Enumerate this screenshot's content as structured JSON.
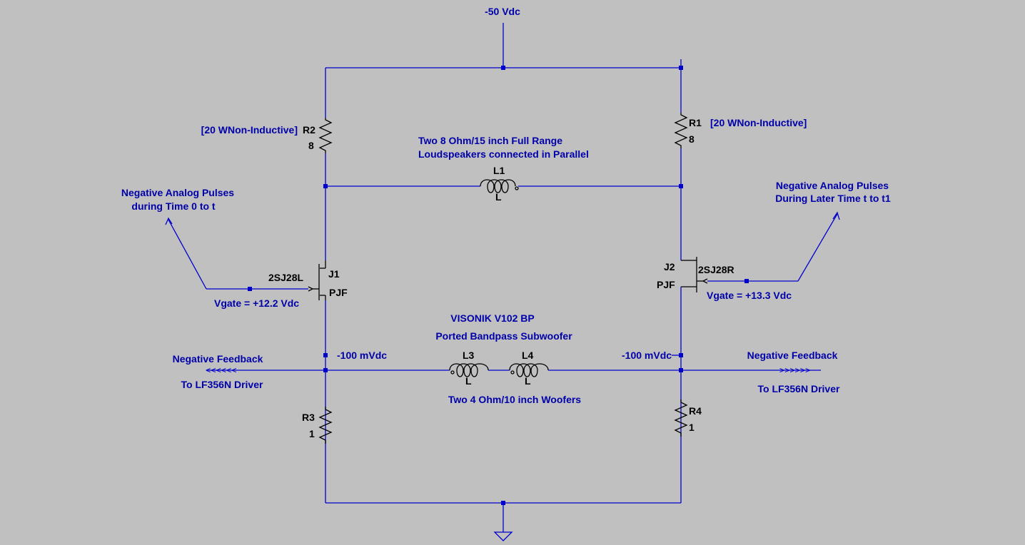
{
  "colors": {
    "background": "#c0c0c0",
    "wire": "#0000cc",
    "component": "#000000",
    "text_blue": "#0000aa"
  },
  "supply": {
    "label": "-50 Vdc"
  },
  "components": {
    "R1": {
      "name": "R1",
      "value": "8",
      "note": "[20 WNon-Inductive]"
    },
    "R2": {
      "name": "R2",
      "value": "8",
      "note": "[20 WNon-Inductive]"
    },
    "R3": {
      "name": "R3",
      "value": "1"
    },
    "R4": {
      "name": "R4",
      "value": "1"
    },
    "L1": {
      "name": "L1",
      "value": "L"
    },
    "L3": {
      "name": "L3",
      "value": "L"
    },
    "L4": {
      "name": "L4",
      "value": "L"
    },
    "J1": {
      "name": "J1",
      "model": "2SJ28L",
      "type": "PJF"
    },
    "J2": {
      "name": "J2",
      "model": "2SJ28R",
      "type": "PJF"
    }
  },
  "annotations": {
    "speakers_line1": "Two 8 Ohm/15 inch Full Range",
    "speakers_line2": "Loudspeakers connected in Parallel",
    "left_pulses_line1": "Negative Analog Pulses",
    "left_pulses_line2": "during Time 0 to t",
    "right_pulses_line1": "Negative Analog Pulses",
    "right_pulses_line2": "During Later Time t to t1",
    "vgate_left": "Vgate = +12.2 Vdc",
    "vgate_right": "Vgate = +13.3 Vdc",
    "sub_line1": "VISONIK V102 BP",
    "sub_line2": "Ported Bandpass Subwoofer",
    "woofers": "Two  4 Ohm/10 inch Woofers",
    "left_fb_line1": "Negative Feedback",
    "left_fb_line2": "To LF356N Driver",
    "right_fb_line1": "Negative Feedback",
    "right_fb_line2": "To LF356N Driver",
    "mv_left": "-100 mVdc",
    "mv_right": "-100 mVdc",
    "left_arrows": "<<<<<<",
    "right_arrows": ">>>>>>"
  }
}
